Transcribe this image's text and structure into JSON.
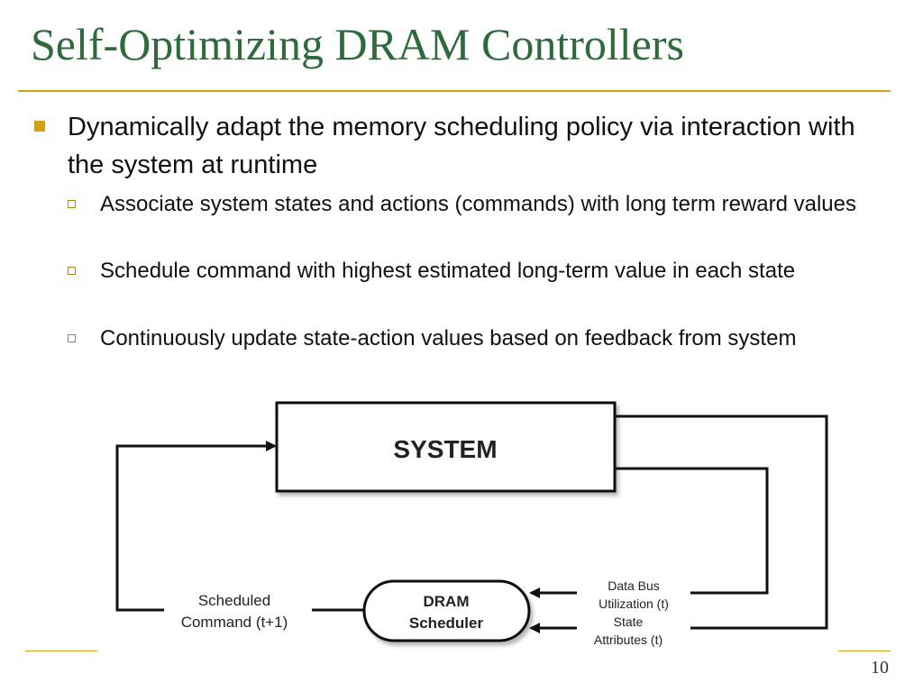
{
  "slide": {
    "title": "Self-Optimizing DRAM Controllers",
    "page_number": "10",
    "bullets": [
      {
        "text": "Dynamically adapt the memory scheduling policy via interaction with the system at runtime",
        "sub_bullets": [
          "Associate system states and actions (commands) with long term reward values",
          "Schedule command with highest estimated long-term value in each state",
          "Continuously update state-action values based on feedback from system"
        ]
      }
    ]
  },
  "diagram": {
    "system_label": "SYSTEM",
    "scheduler_label_line1": "DRAM",
    "scheduler_label_line2": "Scheduler",
    "output_label_line1": "Scheduled",
    "output_label_line2": "Command (t+1)",
    "input1_label_line1": "Data Bus",
    "input1_label_line2": "Utilization (t)",
    "input2_label_line1": "State",
    "input2_label_line2": "Attributes (t)"
  },
  "colors": {
    "title": "#2e6a3c",
    "accent_rule": "#d4a017"
  }
}
